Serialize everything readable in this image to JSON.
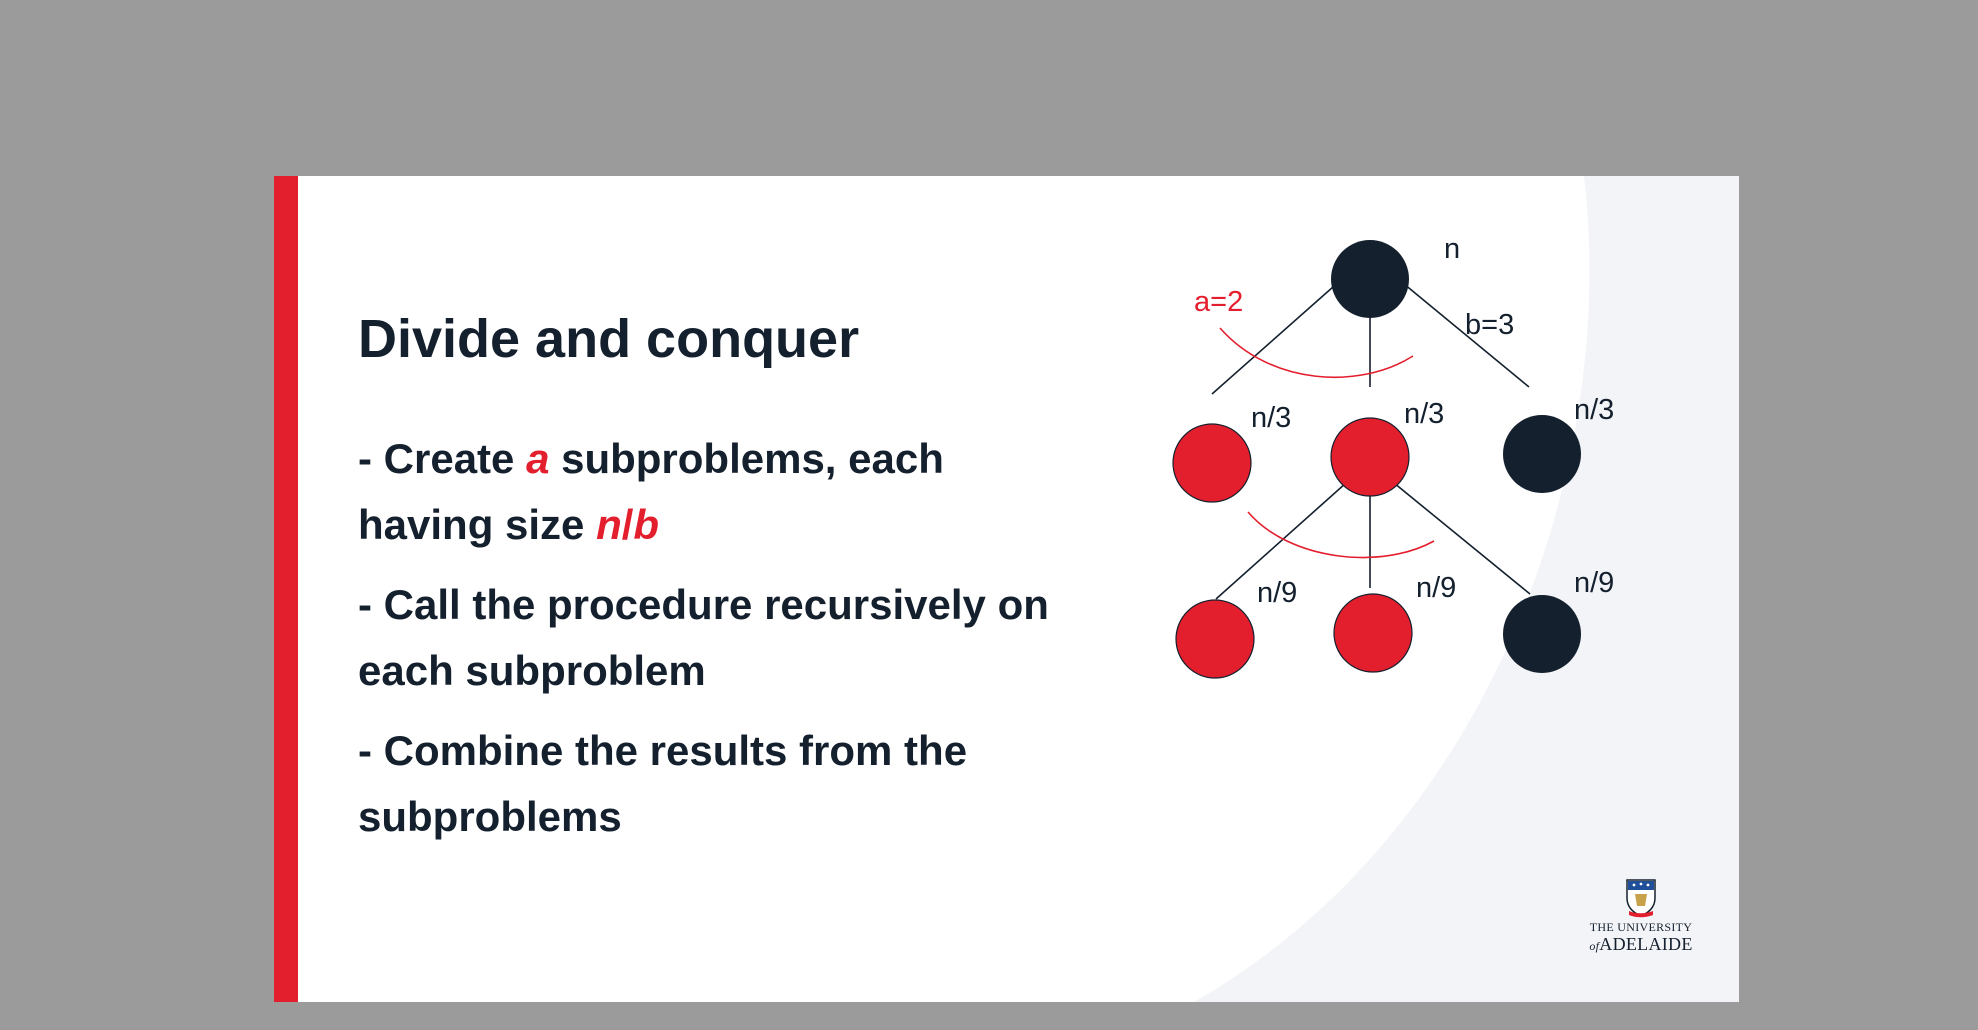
{
  "colors": {
    "accent": "#e31e2d",
    "dark": "#14202e",
    "background": "#9b9b9b",
    "slide": "#ffffff",
    "slide_shade": "#f3f4f7"
  },
  "slide": {
    "title": "Divide and conquer",
    "bullets": [
      {
        "parts": [
          "- Create ",
          "a",
          " subproblems, each having size ",
          "n",
          "/",
          "b"
        ]
      },
      {
        "text": "- Call the procedure recursively on each subproblem"
      },
      {
        "text": "- Combine the results from the subproblems"
      }
    ]
  },
  "diagram": {
    "root_label": "n",
    "a_label": "a=2",
    "b_label": "b=3",
    "level1_labels": [
      "n/3",
      "n/3",
      "n/3"
    ],
    "level2_labels": [
      "n/9",
      "n/9",
      "n/9"
    ]
  },
  "logo": {
    "line1": "THE UNIVERSITY",
    "line2_prefix": "of",
    "line2": "ADELAIDE",
    "crest": "university-crest-icon"
  }
}
